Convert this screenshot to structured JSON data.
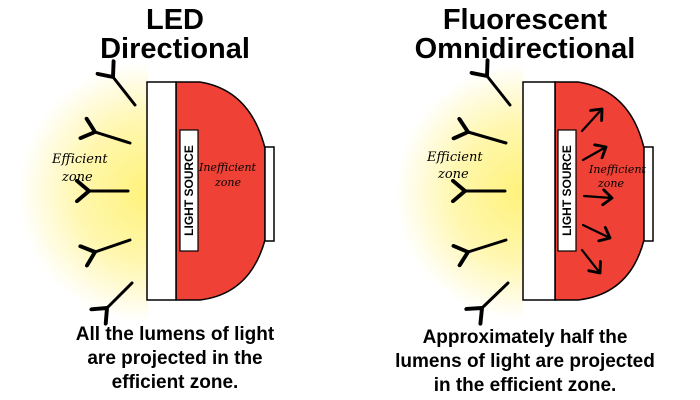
{
  "panels": {
    "led": {
      "title_line1": "LED",
      "title_line2": "Directional",
      "light_source_label": "LIGHT SOURCE",
      "efficient_label_line1": "Efficient",
      "efficient_label_line2": "zone",
      "inefficient_label_line1": "Inefficient",
      "inefficient_label_line2": "zone",
      "caption_line1": "All the lumens of light",
      "caption_line2": "are projected in the",
      "caption_line3": "efficient zone."
    },
    "fluorescent": {
      "title_line1": "Fluorescent",
      "title_line2": "Omnidirectional",
      "light_source_label": "LIGHT SOURCE",
      "efficient_label_line1": "Efficient",
      "efficient_label_line2": "zone",
      "inefficient_label_line1": "Inefficient",
      "inefficient_label_line2": "zone",
      "caption_line1": "Approximately half the",
      "caption_line2": "lumens of light are projected",
      "caption_line3": "in the efficient zone."
    }
  },
  "colors": {
    "glow_center": "#fff27a",
    "glow_edge": "#ffffff",
    "housing_red": "#ef4136",
    "outline": "#000000",
    "panel_white": "#ffffff"
  }
}
